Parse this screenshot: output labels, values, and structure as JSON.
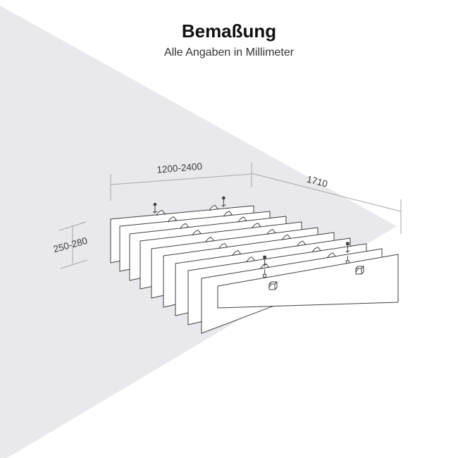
{
  "title": "Bemaßung",
  "subtitle": "Alle Angaben in Millimeter",
  "dimensions": {
    "width_label": "1200-2400",
    "depth_label": "1710",
    "height_label": "250-280"
  },
  "colors": {
    "background": "#ffffff",
    "wedge": "#e9e9ed",
    "dimension_line": "#a6a6ab",
    "dimension_text": "#3c3c3c",
    "panel_stroke": "#404040",
    "title_text": "#111111",
    "subtitle_text": "#333333"
  }
}
